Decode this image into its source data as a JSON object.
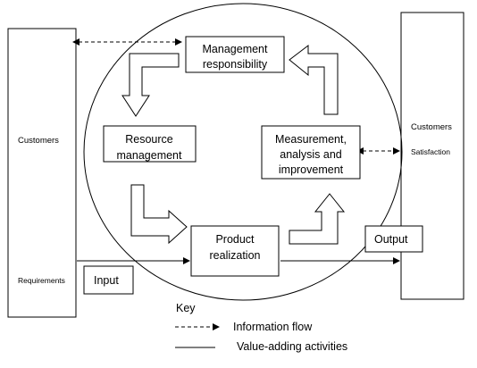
{
  "diagram": {
    "left_customers": {
      "label": "Customers",
      "requirements_label": "Requirements"
    },
    "right_customers": {
      "label": "Customers",
      "satisfaction_label": "Satisfaction"
    },
    "boxes": {
      "management": [
        "Management",
        "responsibility"
      ],
      "resource": [
        "Resource",
        "management"
      ],
      "measurement": [
        "Measurement,",
        "analysis and",
        "improvement"
      ],
      "product": [
        "Product",
        "realization"
      ],
      "input": "Input",
      "output": "Output"
    },
    "key": {
      "title": "Key",
      "information_flow": "Information flow",
      "value_adding": "Value-adding activities"
    }
  }
}
